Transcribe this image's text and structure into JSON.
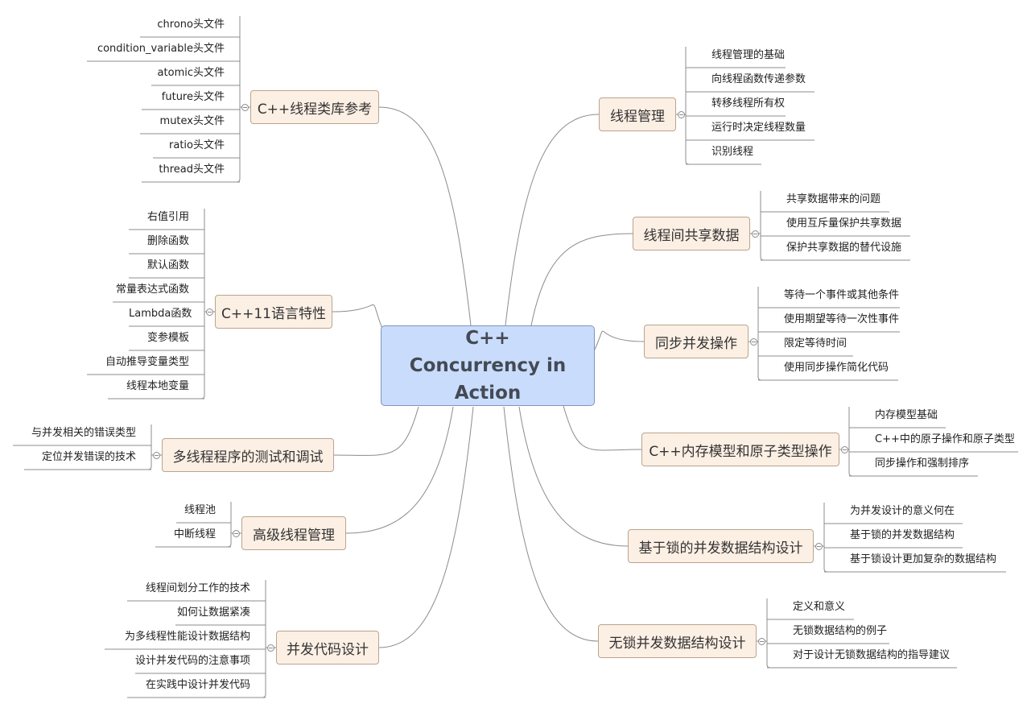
{
  "central": {
    "title": "C++ Concurrency in Action"
  },
  "branches": {
    "b1": {
      "label": "线程管理",
      "items": [
        "线程管理的基础",
        "向线程函数传递参数",
        "转移线程所有权",
        "运行时决定线程数量",
        "识别线程"
      ]
    },
    "b2": {
      "label": "线程间共享数据",
      "items": [
        "共享数据带来的问题",
        "使用互斥量保护共享数据",
        "保护共享数据的替代设施"
      ]
    },
    "b3": {
      "label": "同步并发操作",
      "items": [
        "等待一个事件或其他条件",
        "使用期望等待一次性事件",
        "限定等待时间",
        "使用同步操作简化代码"
      ]
    },
    "b4": {
      "label": "C++内存模型和原子类型操作",
      "items": [
        "内存模型基础",
        "C++中的原子操作和原子类型",
        "同步操作和强制排序"
      ]
    },
    "b5": {
      "label": "基于锁的并发数据结构设计",
      "items": [
        "为并发设计的意义何在",
        "基于锁的并发数据结构",
        "基于锁设计更加复杂的数据结构"
      ]
    },
    "b6": {
      "label": "无锁并发数据结构设计",
      "items": [
        "定义和意义",
        "无锁数据结构的例子",
        "对于设计无锁数据结构的指导建议"
      ]
    },
    "b7": {
      "label": "C++线程类库参考",
      "items": [
        "chrono头文件",
        "condition_variable头文件",
        "atomic头文件",
        "future头文件",
        "mutex头文件",
        "ratio头文件",
        "thread头文件"
      ]
    },
    "b8": {
      "label": "C++11语言特性",
      "items": [
        "右值引用",
        "删除函数",
        "默认函数",
        "常量表达式函数",
        "Lambda函数",
        "变参模板",
        "自动推导变量类型",
        "线程本地变量"
      ]
    },
    "b9": {
      "label": "多线程程序的测试和调试",
      "items": [
        "与并发相关的错误类型",
        "定位并发错误的技术"
      ]
    },
    "b10": {
      "label": "高级线程管理",
      "items": [
        "线程池",
        "中断线程"
      ]
    },
    "b11": {
      "label": "并发代码设计",
      "items": [
        "线程间划分工作的技术",
        "如何让数据紧凑",
        "为多线程性能设计数据结构",
        "设计并发代码的注意事项",
        "在实践中设计并发代码"
      ]
    }
  },
  "colors": {
    "central_fill": "#c9dcfb",
    "branch_fill": "#fcefe4",
    "line": "#8c8c8c"
  }
}
